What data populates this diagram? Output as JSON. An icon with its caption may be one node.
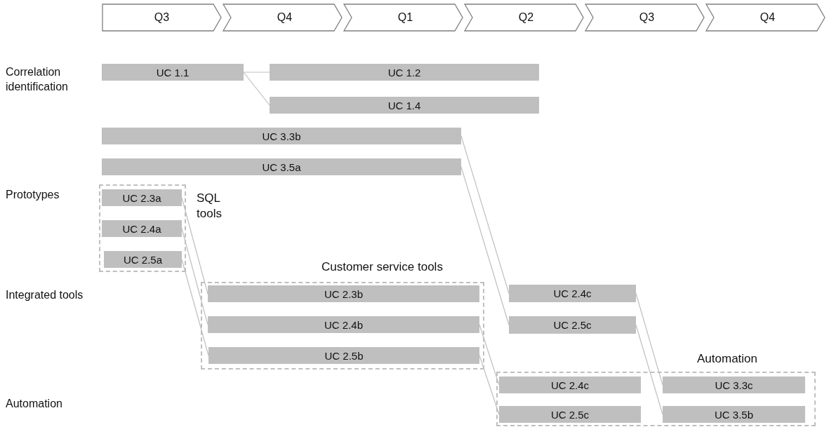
{
  "diagram": {
    "nodes": [
      {
        "text": [
          "Q3"
        ]
      },
      {
        "text": [
          "Q4"
        ]
      },
      {
        "text": [
          "Q1"
        ]
      },
      {
        "text": [
          "Q2"
        ]
      },
      {
        "text": [
          "Q3"
        ]
      },
      {
        "text": [
          "Q4"
        ]
      },
      {
        "text": [
          "UC 1.1"
        ]
      },
      {
        "text": [
          "UC 1.2"
        ]
      },
      {
        "text": [
          "UC 1.4"
        ]
      },
      {
        "text": [
          "UC 3.3b"
        ]
      },
      {
        "text": [
          "UC 3.5a"
        ]
      },
      {
        "text": [
          "SQL tools"
        ]
      },
      {
        "text": [
          "UC 2.3a"
        ],
        "in": 11
      },
      {
        "text": [
          "UC 2.4a"
        ],
        "in": 11
      },
      {
        "text": [
          "UC 2.5a"
        ],
        "in": 11
      },
      {
        "text": [
          "Customer service tools"
        ]
      },
      {
        "text": [
          "UC 2.3b"
        ],
        "in": 15
      },
      {
        "text": [
          "UC 2.4b"
        ],
        "in": 15
      },
      {
        "text": [
          "UC 2.5b"
        ],
        "in": 15
      },
      {
        "text": [
          "UC 2.4c"
        ]
      },
      {
        "text": [
          "UC 2.5c"
        ]
      },
      {
        "text": [
          "Automation"
        ]
      },
      {
        "text": [
          "UC 2.4c"
        ],
        "in": 21
      },
      {
        "text": [
          "UC 3.3c"
        ],
        "in": 21
      },
      {
        "text": [
          "UC 2.5c"
        ],
        "in": 21
      },
      {
        "text": [
          "UC 3.5b"
        ],
        "in": 21
      }
    ],
    "edges": [
      {
        "from": 6,
        "to": 7,
        "arrow": "none"
      },
      {
        "from": 6,
        "to": 8,
        "arrow": "none"
      },
      {
        "from": 12,
        "to": 16,
        "arrow": "none"
      },
      {
        "from": 13,
        "to": 17,
        "arrow": "none"
      },
      {
        "from": 14,
        "to": 18,
        "arrow": "none"
      },
      {
        "from": 9,
        "to": 19,
        "arrow": "none"
      },
      {
        "from": 10,
        "to": 20,
        "arrow": "none"
      },
      {
        "from": 17,
        "to": 22,
        "arrow": "none"
      },
      {
        "from": 18,
        "to": 24,
        "arrow": "none"
      },
      {
        "from": 19,
        "to": 23,
        "arrow": "none"
      },
      {
        "from": 20,
        "to": 25,
        "arrow": "none"
      }
    ],
    "labels": [
      "Correlation identification",
      "Prototypes",
      "Integrated tools",
      "Automation"
    ]
  }
}
